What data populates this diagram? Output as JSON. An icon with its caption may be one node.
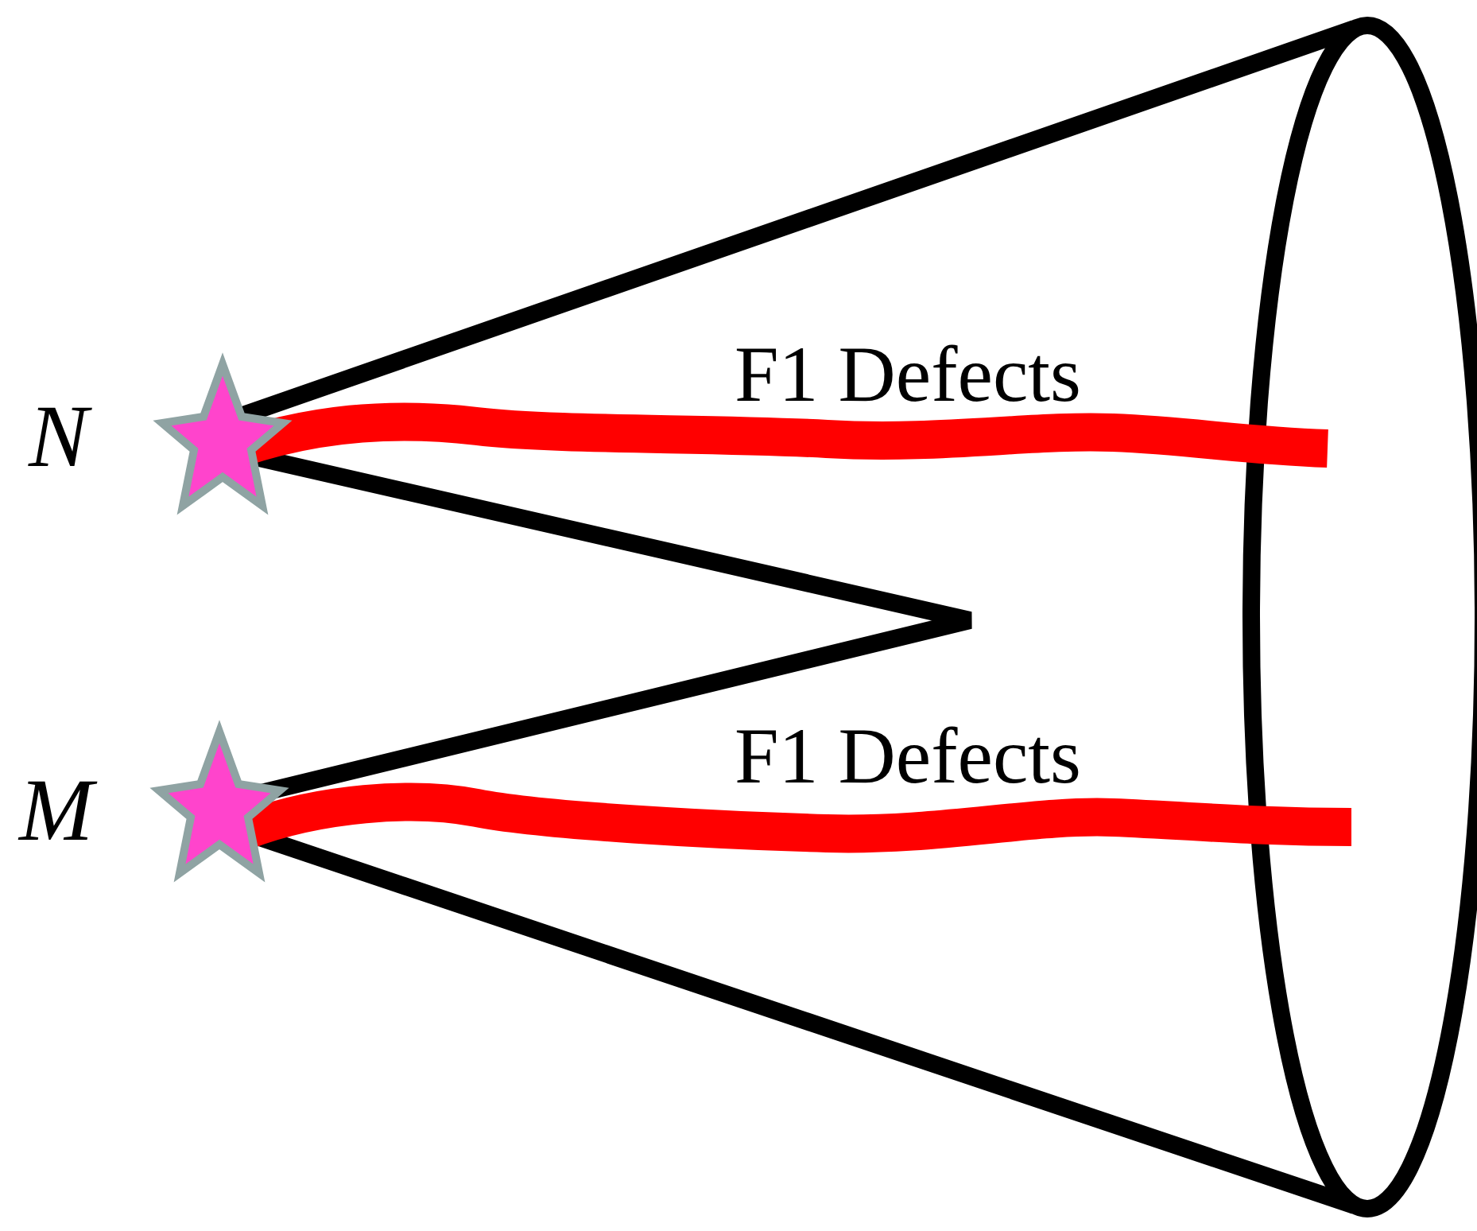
{
  "diagram": {
    "labels": [
      "N",
      "F1 Defects",
      "M",
      "F1 Defects"
    ]
  }
}
